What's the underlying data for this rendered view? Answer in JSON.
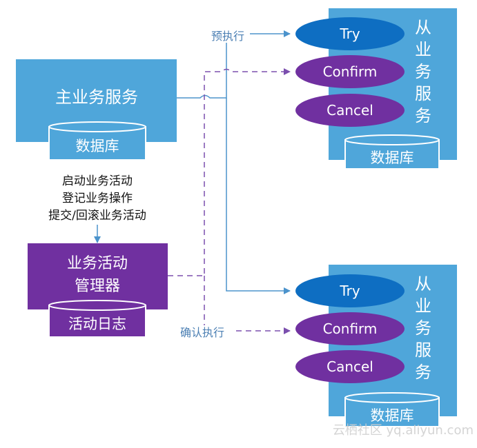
{
  "main_service": {
    "label": "主业务服务",
    "db_label": "数据库",
    "steps": [
      "启动业务活动",
      "登记业务操作",
      "提交/回滚业务活动"
    ]
  },
  "activity_manager": {
    "label_lines": [
      "业务活动",
      "管理器"
    ],
    "log_label": "活动日志"
  },
  "slave_services": [
    {
      "label_chars": [
        "从",
        "业",
        "务",
        "服",
        "务"
      ],
      "db_label": "数据库",
      "actions": [
        "Try",
        "Confirm",
        "Cancel"
      ]
    },
    {
      "label_chars": [
        "从",
        "业",
        "务",
        "服",
        "务"
      ],
      "db_label": "数据库",
      "actions": [
        "Try",
        "Confirm",
        "Cancel"
      ]
    }
  ],
  "edge_labels": {
    "try_edge": "预执行",
    "confirm_edge": "确认执行"
  },
  "watermark": "云栖社区 yq.aliyun.com",
  "colors": {
    "service_blue": "#4fa6da",
    "try_blue": "#0e6ec2",
    "purple": "#7030a0",
    "db_border": "#ffffff",
    "line_blue": "#4b93cc",
    "line_purple": "#7b4fae"
  }
}
